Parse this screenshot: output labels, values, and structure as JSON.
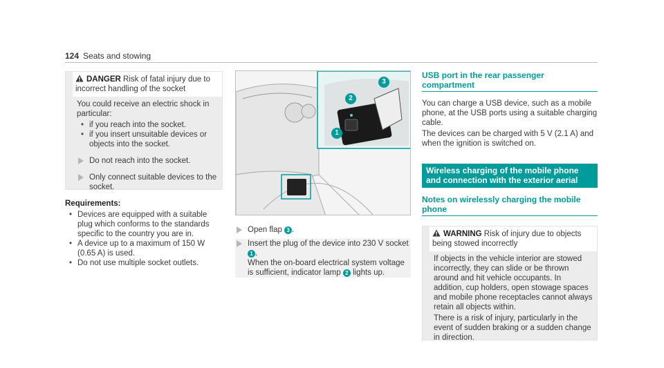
{
  "header": {
    "page_number": "124",
    "section": "Seats and stowing"
  },
  "danger": {
    "label": "DANGER",
    "title": "Risk of fatal injury due to incorrect handling of the socket",
    "intro": "You could receive an electric shock in particular:",
    "bullets": [
      "if you reach into the socket.",
      "if you insert unsuitable devices or objects into the socket."
    ],
    "steps": [
      "Do not reach into the socket.",
      "Only connect suitable devices to the socket."
    ]
  },
  "requirements": {
    "label": "Requirements:",
    "bullets": [
      "Devices are equipped with a suitable plug which conforms to the standards specific to the country you are in.",
      "A device up to a maximum of 150 W (0.65 A) is used.",
      "Do not use multiple socket outlets."
    ]
  },
  "image": {
    "callouts": [
      "1",
      "2",
      "3"
    ]
  },
  "steps": {
    "s1_pre": "Open flap",
    "s1_num": "3",
    "s1_post": ".",
    "s2_pre": "Insert the plug of the device into 230 V socket",
    "s2_num": "1",
    "s2_post": ".",
    "s2_b_pre": "When the on-board electrical system voltage is sufficient, indicator lamp",
    "s2_b_num": "2",
    "s2_b_post": "lights up."
  },
  "usb": {
    "title": "USB port in the rear passenger compartment",
    "p1": "You can charge a USB device, such as a mobile phone, at the USB ports using a suitable charging cable.",
    "p2": "The devices can be charged with 5 V (2.1 A) and when the ignition is switched on."
  },
  "wireless": {
    "bar_title": "Wireless charging of the mobile phone and connection with the exterior aerial",
    "sub_title": "Notes on wirelessly charging the mobile phone"
  },
  "warning": {
    "label": "WARNING",
    "title": "Risk of injury due to objects being stowed incorrectly",
    "p1": "If objects in the vehicle interior are stowed incorrectly, they can slide or be thrown around and hit vehicle occupants. In addition, cup holders, open stowage spaces and mobile phone receptacles cannot always retain all objects within.",
    "p2": "There is a risk of injury, particularly in the event of sudden braking or a sudden change in direction."
  },
  "colors": {
    "accent": "#009c9c",
    "box_bg": "#ececec"
  }
}
